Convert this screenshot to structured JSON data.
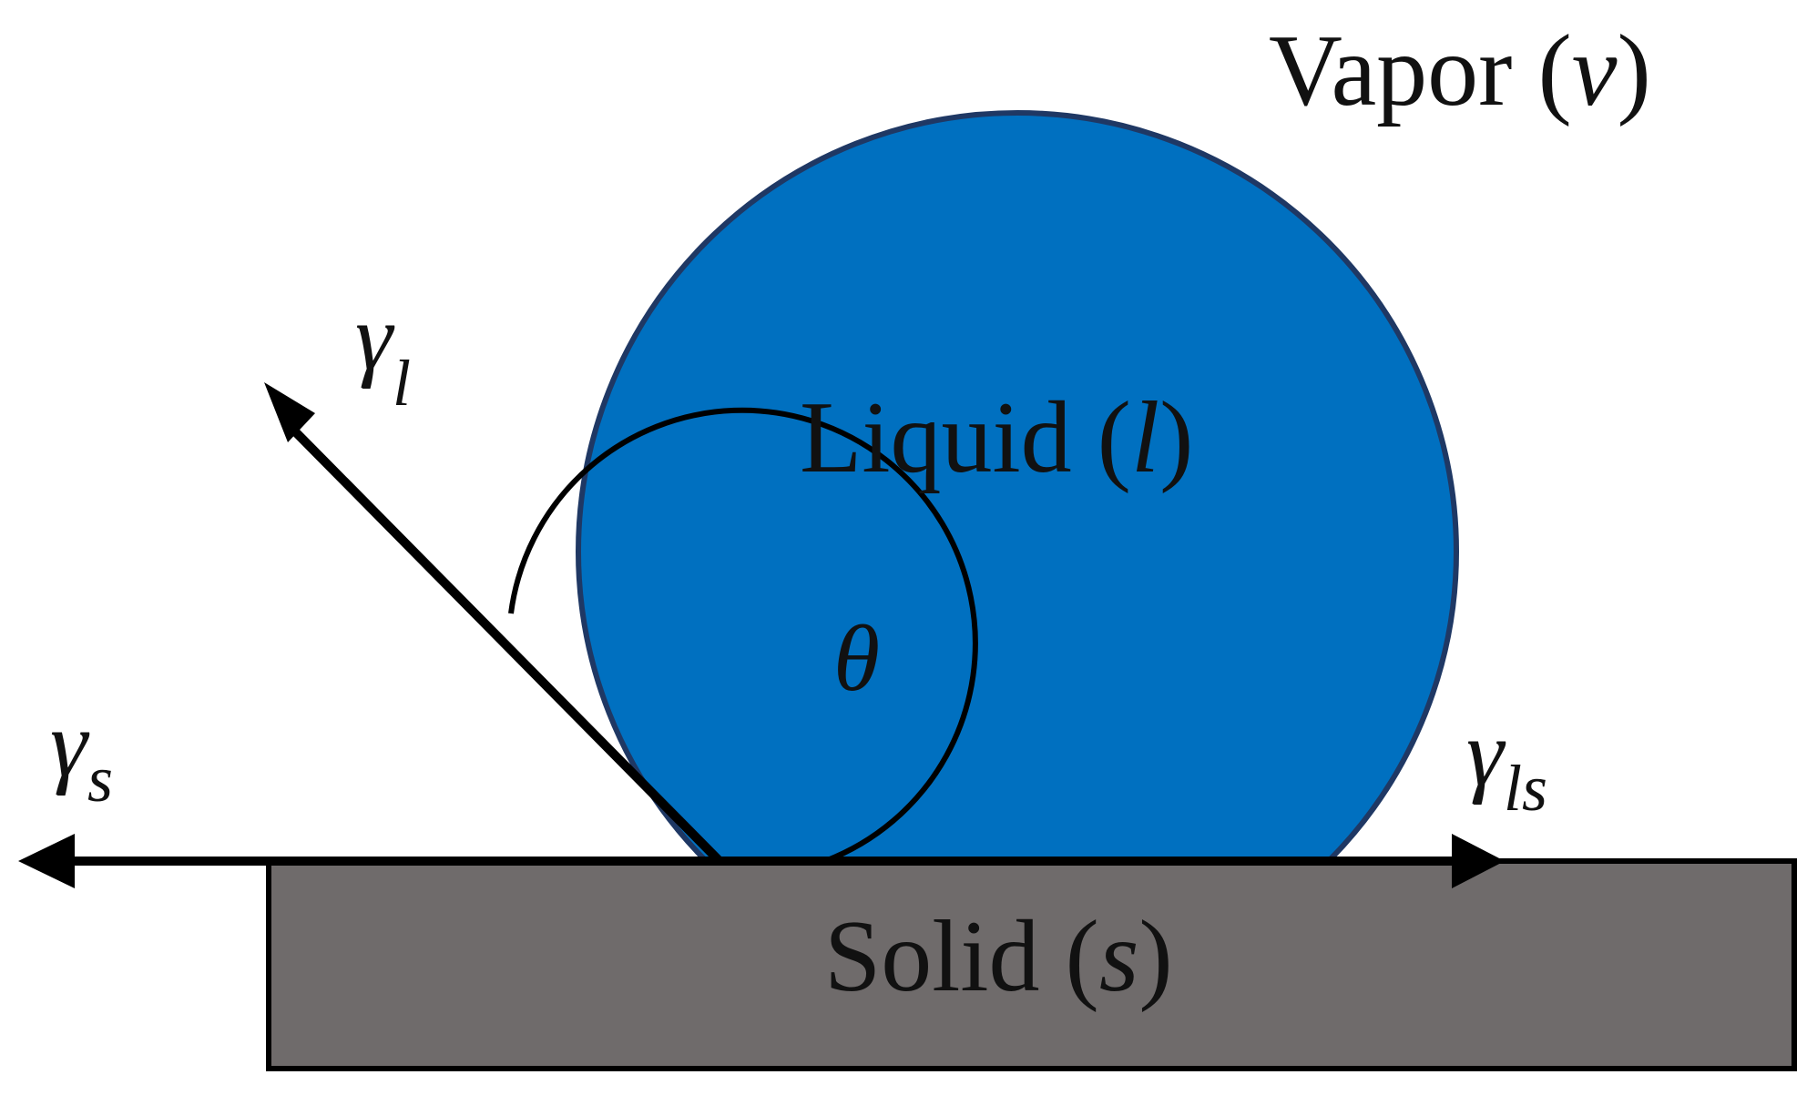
{
  "labels": {
    "vapor": "Vapor",
    "vapor_symbol": "v",
    "liquid": "Liquid",
    "liquid_symbol": "l",
    "solid": "Solid",
    "solid_symbol": "s"
  },
  "tensions": {
    "liquid": {
      "symbol": "γ",
      "subscript": "l"
    },
    "solid": {
      "symbol": "γ",
      "subscript": "s"
    },
    "liquid_solid": {
      "symbol": "γ",
      "subscript": "ls"
    }
  },
  "angle": {
    "symbol": "θ"
  },
  "colors": {
    "liquid_fill": "#0070C0",
    "liquid_stroke": "#1F3864",
    "solid_fill": "#6F6B6B",
    "line": "#000000"
  }
}
